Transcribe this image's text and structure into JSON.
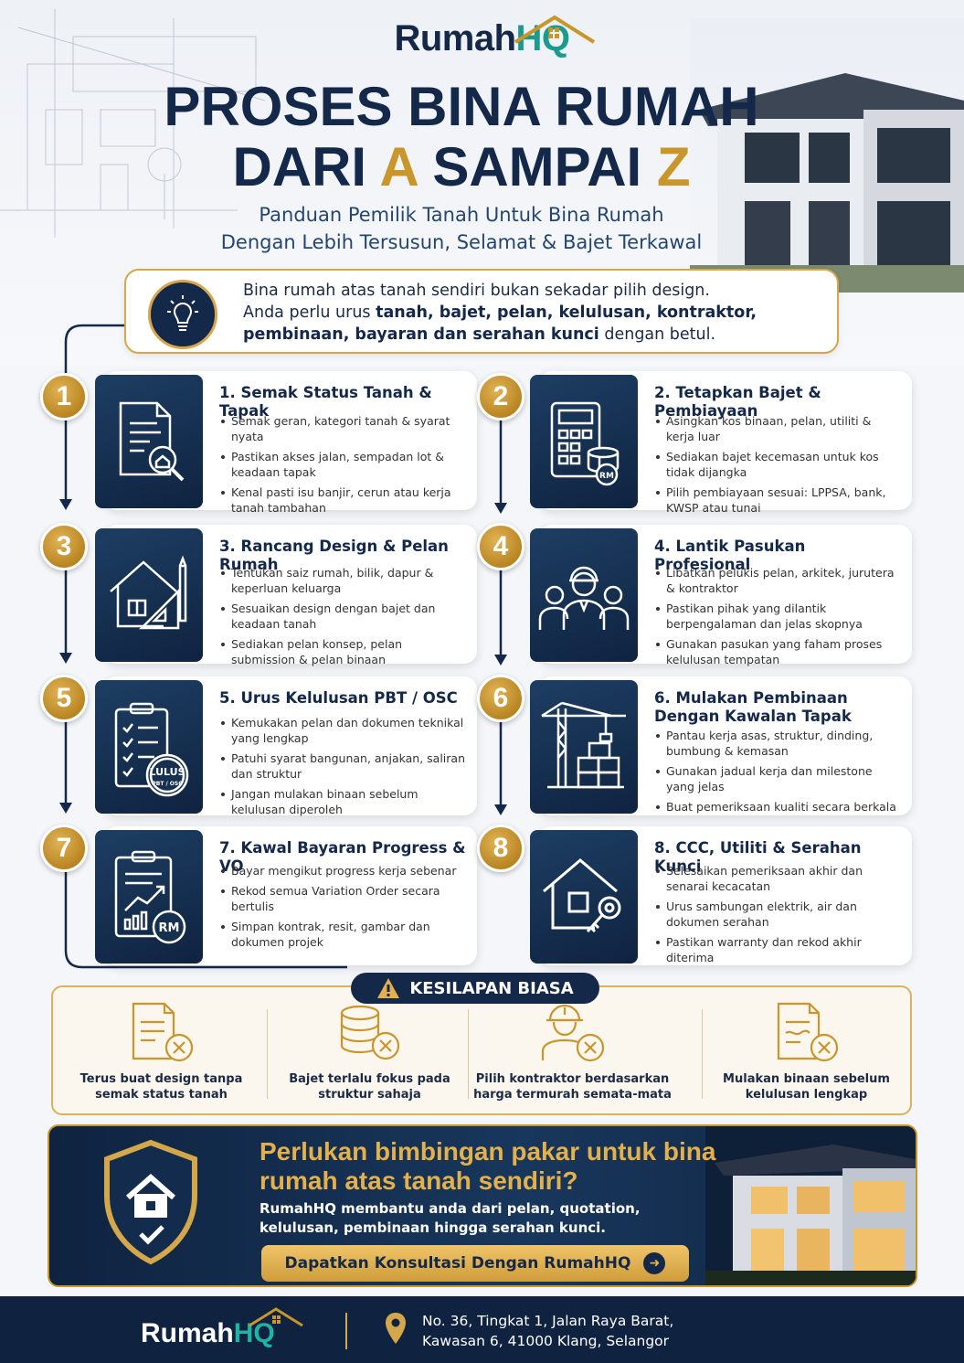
{
  "brand": {
    "name_main": "Rumah",
    "name_accent": "HQ"
  },
  "header": {
    "title_line1": "PROSES BINA RUMAH",
    "title_line2_pre": "DARI ",
    "title_line2_a": "A",
    "title_line2_mid": " SAMPAI ",
    "title_line2_z": "Z",
    "subtitle_line1": "Panduan Pemilik Tanah Untuk Bina Rumah",
    "subtitle_line2": "Dengan Lebih Tersusun, Selamat & Bajet Terkawal"
  },
  "intro": {
    "line1": "Bina rumah atas tanah sendiri bukan sekadar pilih design.",
    "line2_pre": "Anda perlu urus ",
    "line2_bold": "tanah, bajet, pelan, kelulusan, kontraktor,",
    "line3_bold": "pembinaan, bayaran dan serahan kunci",
    "line3_post": " dengan betul."
  },
  "steps": [
    {
      "number": "1",
      "title": "1. Semak Status Tanah & Tapak",
      "icon": "document-search-icon",
      "bullets": [
        "Semak geran, kategori tanah & syarat nyata",
        "Pastikan akses jalan, sempadan lot & keadaan tapak",
        "Kenal pasti isu banjir, cerun atau kerja tanah tambahan"
      ]
    },
    {
      "number": "2",
      "title": "2. Tetapkan Bajet & Pembiayaan",
      "icon": "calculator-icon",
      "bullets": [
        "Asingkan kos binaan, pelan, utiliti & kerja luar",
        "Sediakan bajet kecemasan untuk kos tidak dijangka",
        "Pilih pembiayaan sesuai: LPPSA, bank, KWSP atau tunai"
      ]
    },
    {
      "number": "3",
      "title": "3. Rancang Design & Pelan Rumah",
      "icon": "house-plan-icon",
      "bullets": [
        "Tentukan saiz rumah, bilik, dapur & keperluan keluarga",
        "Sesuaikan design dengan bajet dan keadaan tanah",
        "Sediakan pelan konsep, pelan submission & pelan binaan"
      ]
    },
    {
      "number": "4",
      "title": "4. Lantik Pasukan Profesional",
      "icon": "team-icon",
      "bullets": [
        "Libatkan pelukis pelan, arkitek, jurutera & kontraktor",
        "Pastikan pihak yang dilantik berpengalaman dan jelas skopnya",
        "Gunakan pasukan yang faham proses kelulusan tempatan"
      ]
    },
    {
      "number": "5",
      "title": "5. Urus Kelulusan PBT / OSC",
      "icon": "checklist-icon",
      "stamp_main": "LULUS",
      "stamp_sub": "PBT / OSC",
      "bullets": [
        "Kemukakan pelan dan dokumen teknikal yang lengkap",
        "Patuhi syarat bangunan, anjakan, saliran dan struktur",
        "Jangan mulakan binaan sebelum kelulusan diperoleh"
      ]
    },
    {
      "number": "6",
      "title": "6. Mulakan Pembinaan Dengan Kawalan Tapak",
      "icon": "crane-icon",
      "bullets": [
        "Pantau kerja asas, struktur, dinding, bumbung & kemasan",
        "Gunakan jadual kerja dan milestone yang jelas",
        "Buat pemeriksaan kualiti secara berkala"
      ]
    },
    {
      "number": "7",
      "title": "7. Kawal Bayaran Progress & VO",
      "icon": "payment-chart-icon",
      "coin_label": "RM",
      "bullets": [
        "Bayar mengikut progress kerja sebenar",
        "Rekod semua Variation Order secara bertulis",
        "Simpan kontrak, resit, gambar dan dokumen projek"
      ]
    },
    {
      "number": "8",
      "title": "8. CCC, Utiliti & Serahan Kunci",
      "icon": "house-key-icon",
      "bullets": [
        "Selesaikan pemeriksaan akhir dan senarai kecacatan",
        "Urus sambungan elektrik, air dan dokumen serahan",
        "Pastikan warranty dan rekod akhir diterima"
      ]
    }
  ],
  "calculator_coin_label": "RM",
  "mistakes": {
    "heading": "KESILAPAN BIASA",
    "items": [
      {
        "text": "Terus buat design tanpa semak status tanah",
        "icon": "document-x-icon"
      },
      {
        "text": "Bajet terlalu fokus pada struktur sahaja",
        "icon": "coins-x-icon"
      },
      {
        "text": "Pilih kontraktor berdasarkan harga termurah semata-mata",
        "icon": "worker-x-icon"
      },
      {
        "text": "Mulakan binaan sebelum kelulusan lengkap",
        "icon": "document-x-icon"
      }
    ]
  },
  "cta": {
    "title": "Perlukan bimbingan pakar untuk bina rumah atas tanah sendiri?",
    "description": "RumahHQ membantu anda dari pelan, quotation, kelulusan, pembinaan hingga serahan kunci.",
    "button_label": "Dapatkan Konsultasi Dengan RumahHQ"
  },
  "footer": {
    "address_line1": "No. 36, Tingkat 1, Jalan Raya Barat,",
    "address_line2": "Kawasan 6, 41000 Klang, Selangor"
  },
  "colors": {
    "navy": "#14284a",
    "gold": "#c9962b",
    "teal": "#1b9a8f"
  }
}
